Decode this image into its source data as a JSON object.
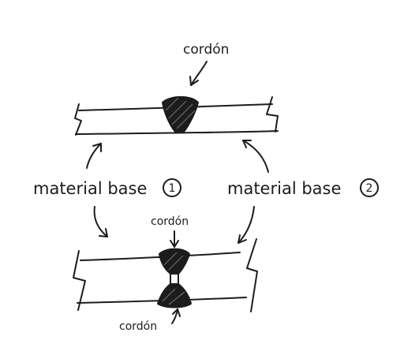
{
  "labels": {
    "top_cordon": "cordón",
    "base_1": "material base",
    "base_1_number": "1",
    "base_2": "material base",
    "base_2_number": "2",
    "bottom_cordon_top": "cordón",
    "bottom_cordon_bottom": "cordón"
  },
  "colors": {
    "ink": "#1c1c1c",
    "background": "#ffffff"
  }
}
